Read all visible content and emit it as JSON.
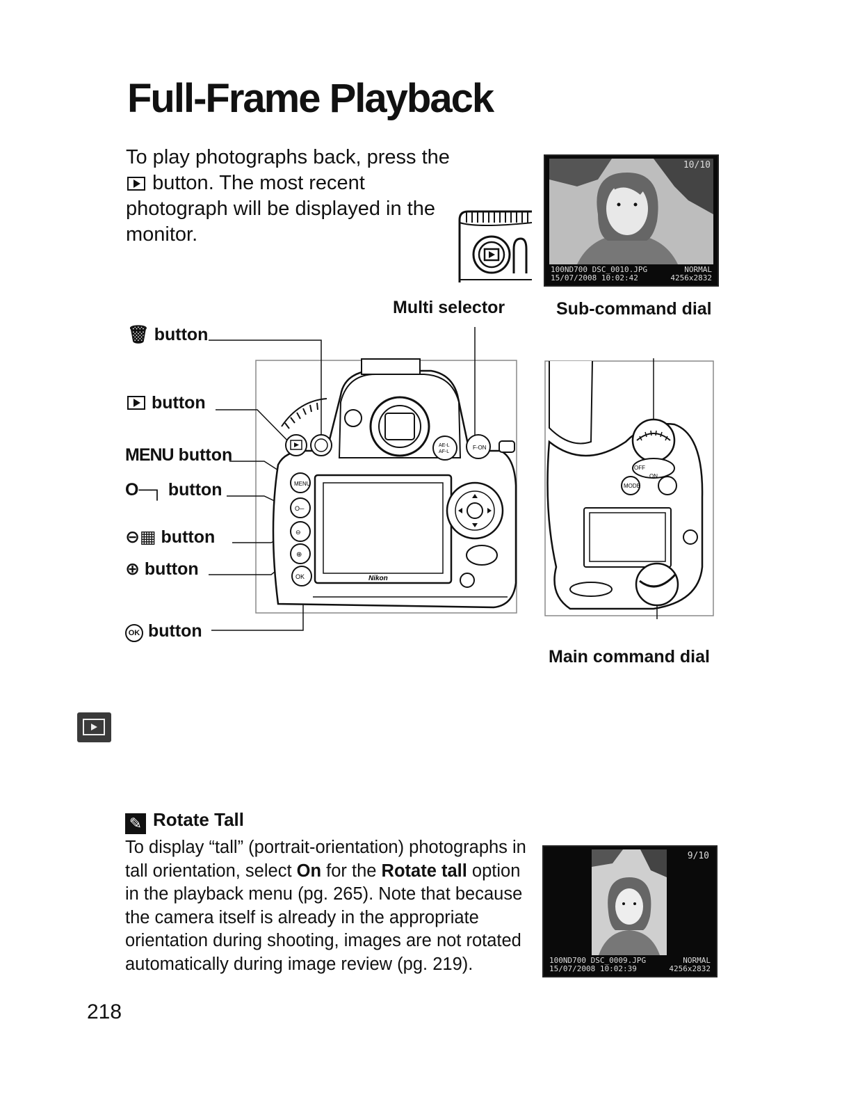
{
  "page": {
    "title": "Full-Frame Playback",
    "intro": {
      "line_before_icon": "To play photographs back, press the",
      "line_after_icon": "button. The most recent photograph will be displayed in the monitor."
    },
    "page_number": "218"
  },
  "monitor_top": {
    "counter": "10/10",
    "info_line1_left": "100ND700   DSC_0010.JPG",
    "info_line1_right": "NORMAL",
    "info_line2_left": "15/07/2008  10:02:42",
    "info_line2_right": "4256x2832"
  },
  "callouts": {
    "multi_selector": "Multi selector",
    "sub_command_dial": "Sub-command dial",
    "main_command_dial": "Main command dial",
    "delete_button": "button",
    "playback_button": "button",
    "menu_prefix": "MENU",
    "menu_button": "button",
    "protect_button": "button",
    "thumbnail_button": "button",
    "zoom_button": "button",
    "ok_button": "button"
  },
  "camera": {
    "brand": "Nikon"
  },
  "note": {
    "heading": "Rotate Tall",
    "body_1": "To display “tall” (portrait-orientation) photographs in tall orientation, select ",
    "body_bold_1": "On",
    "body_2": " for the ",
    "body_bold_2": "Rotate tall",
    "body_3": " option in the playback menu (pg. 265). Note that because the camera itself is already in the appropriate orientation during shooting, images are not rotated automatically during image review (pg. 219)."
  },
  "monitor_bottom": {
    "counter": "9/10",
    "info_line1_left": "100ND700   DSC_0009.JPG",
    "info_line1_right": "NORMAL",
    "info_line2_left": "15/07/2008  10:02:39",
    "info_line2_right": "4256x2832"
  }
}
